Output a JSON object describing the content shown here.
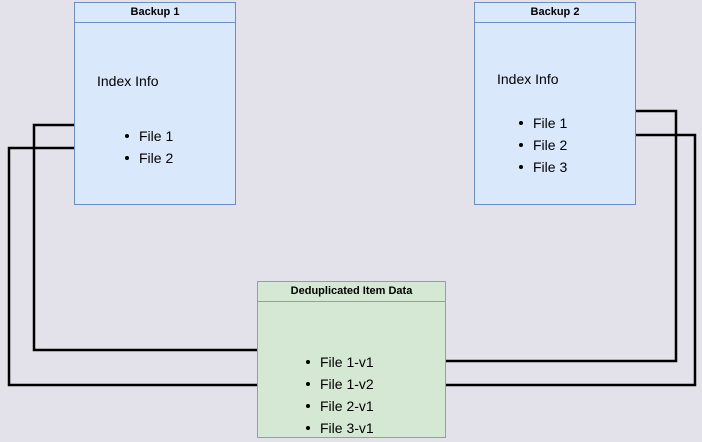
{
  "diagram": {
    "type": "deduplication-flow",
    "background_color": "#e3e2eb",
    "backup_box_fill": "#dae8fc",
    "backup_box_border": "#6c8ebf",
    "dedup_box_fill": "#d5e8d4",
    "dedup_box_border": "#82b366",
    "connector_color": "#000000"
  },
  "backup1": {
    "title": "Backup 1",
    "section_label": "Index Info",
    "files": [
      {
        "label": "File 1"
      },
      {
        "label": "File 2"
      }
    ]
  },
  "backup2": {
    "title": "Backup 2",
    "section_label": "Index Info",
    "files": [
      {
        "label": "File 1"
      },
      {
        "label": "File 2"
      },
      {
        "label": "File 3"
      }
    ]
  },
  "dedup": {
    "title": "Deduplicated Item Data",
    "items": [
      {
        "label": "File 1-v1"
      },
      {
        "label": "File 1-v2"
      },
      {
        "label": "File 2-v1"
      },
      {
        "label": "File 3-v1"
      }
    ]
  },
  "connectors": [
    {
      "name": "backup1-file1-to-file1v1",
      "from": "Backup 1 / File 1",
      "to": "Deduplicated Item Data / File 1-v1",
      "route": "left"
    },
    {
      "name": "backup1-file2-to-file2v1",
      "from": "Backup 1 / File 2",
      "to": "Deduplicated Item Data / File 2-v1",
      "route": "left"
    },
    {
      "name": "backup2-file1-to-file1v2",
      "from": "Backup 2 / File 1",
      "to": "Deduplicated Item Data / File 1-v2",
      "route": "right"
    },
    {
      "name": "backup2-file2-to-file2v1",
      "from": "Backup 2 / File 2",
      "to": "Deduplicated Item Data / File 2-v1",
      "route": "right"
    }
  ]
}
